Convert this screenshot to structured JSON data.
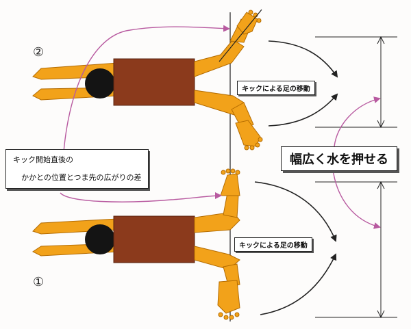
{
  "labels": {
    "swimmer_2": "②",
    "swimmer_1": "①",
    "kick_movement_top": "キックによる足の移動",
    "kick_movement_bottom": "キックによる足の移動",
    "note_line1": "キック開始直後の",
    "note_line2": "かかとの位置とつま先の広がりの差",
    "callout": "幅広く水を押せる"
  },
  "colors": {
    "limb": "#f2a21a",
    "limb_outline": "#b36b00",
    "torso": "#8b3a1c",
    "head": "#141414",
    "arrow_pink": "#b85aa0",
    "ink": "#222222"
  }
}
